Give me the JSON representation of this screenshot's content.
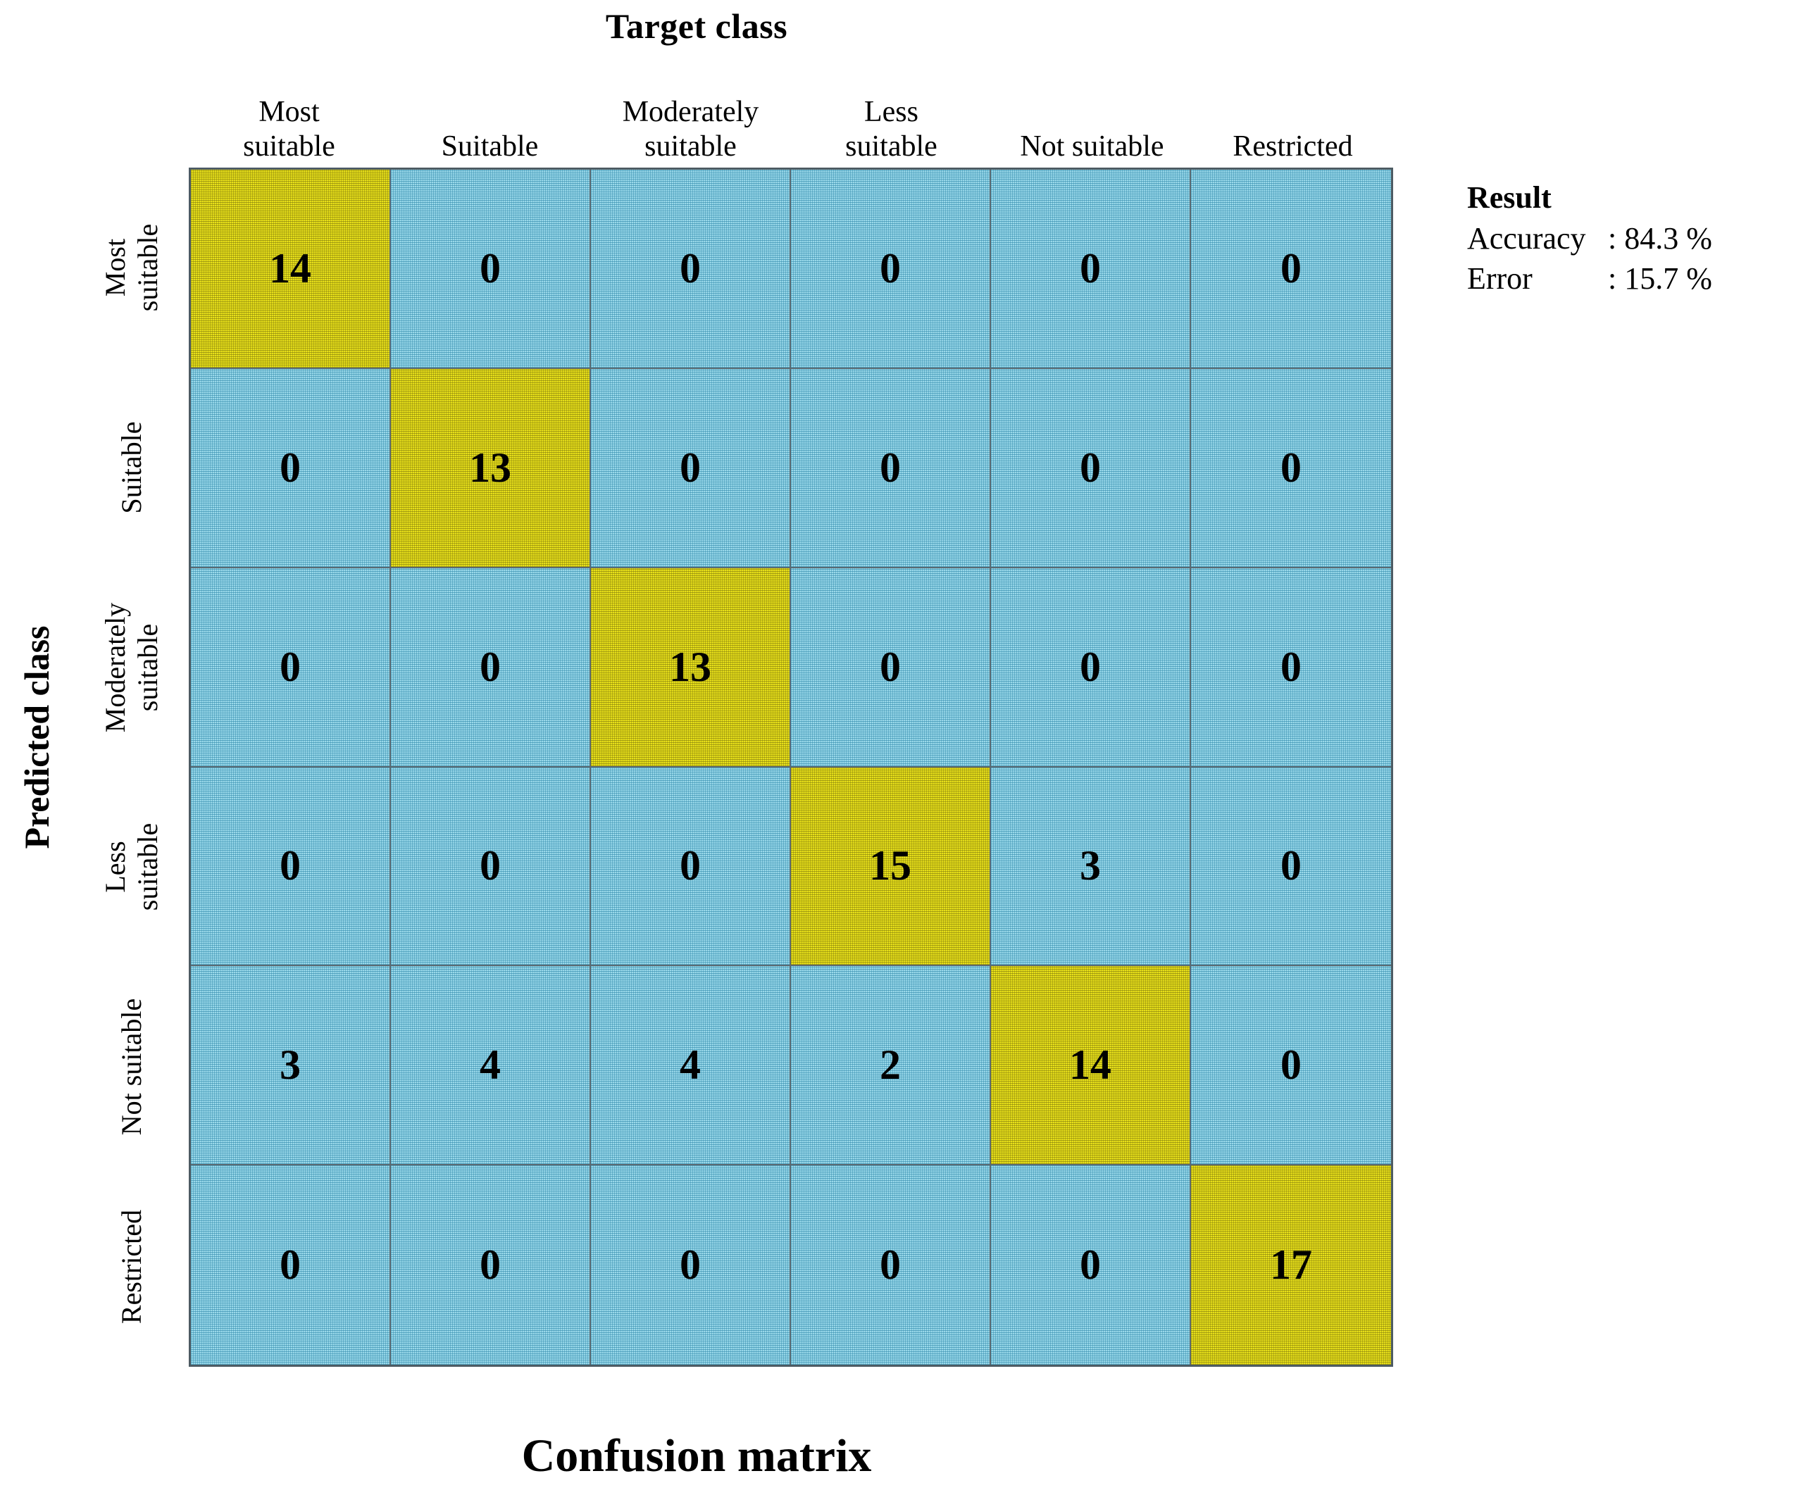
{
  "titles": {
    "top": "Target class",
    "bottom": "Confusion matrix",
    "left": "Predicted class"
  },
  "result": {
    "heading": "Result",
    "accuracy_label": "Accuracy",
    "accuracy_value": ": 84.3 %",
    "error_label": "Error",
    "error_value": ": 15.7 %"
  },
  "colors": {
    "diagonal": "#e8e01a",
    "offdiagonal": "#9ad9ea",
    "grid": "#5a6a72",
    "text": "#000000"
  },
  "column_headers": [
    [
      "Most",
      "suitable"
    ],
    [
      "Suitable"
    ],
    [
      "Moderately",
      "suitable"
    ],
    [
      "Less",
      "suitable"
    ],
    [
      "Not suitable"
    ],
    [
      "Restricted"
    ]
  ],
  "row_headers": [
    [
      "Most",
      "suitable"
    ],
    [
      "Suitable"
    ],
    [
      "Moderately",
      "suitable"
    ],
    [
      "Less",
      "suitable"
    ],
    [
      "Not suitable"
    ],
    [
      "Restricted"
    ]
  ],
  "chart_data": {
    "type": "heatmap",
    "title": "Confusion matrix",
    "xlabel": "Target class",
    "ylabel": "Predicted class",
    "categories": [
      "Most suitable",
      "Suitable",
      "Moderately suitable",
      "Less suitable",
      "Not suitable",
      "Restricted"
    ],
    "matrix": [
      [
        14,
        0,
        0,
        0,
        0,
        0
      ],
      [
        0,
        13,
        0,
        0,
        0,
        0
      ],
      [
        0,
        0,
        13,
        0,
        0,
        0
      ],
      [
        0,
        0,
        0,
        15,
        3,
        0
      ],
      [
        3,
        4,
        4,
        2,
        14,
        0
      ],
      [
        0,
        0,
        0,
        0,
        0,
        17
      ]
    ],
    "highlight": "diagonal",
    "accuracy_percent": 84.3,
    "error_percent": 15.7,
    "legend": "none",
    "grid": true
  }
}
